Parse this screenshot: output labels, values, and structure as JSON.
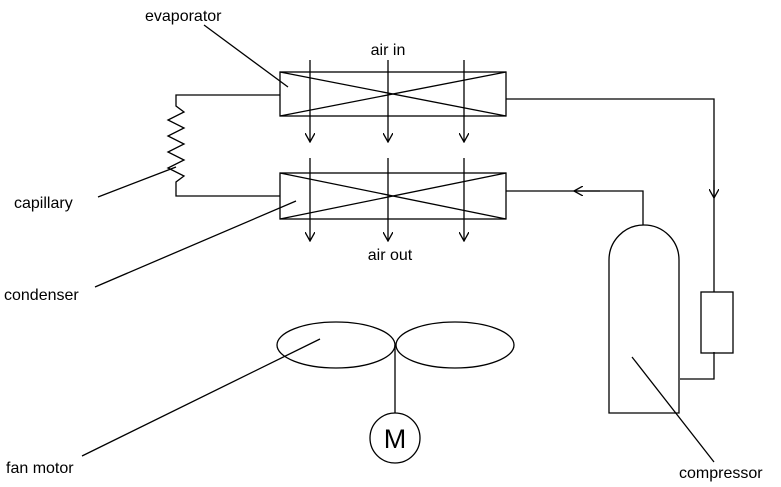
{
  "labels": {
    "evaporator": "evaporator",
    "air_in": "air in",
    "capillary": "capillary",
    "air_out": "air out",
    "condenser": "condenser",
    "fan_motor": "fan motor",
    "compressor": "compressor",
    "motor_letter": "M"
  },
  "icons": {
    "flow_arrow": "arrow-head",
    "motor_symbol": "motor-circle-icon"
  },
  "colors": {
    "line": "#000000",
    "background": "#ffffff"
  }
}
